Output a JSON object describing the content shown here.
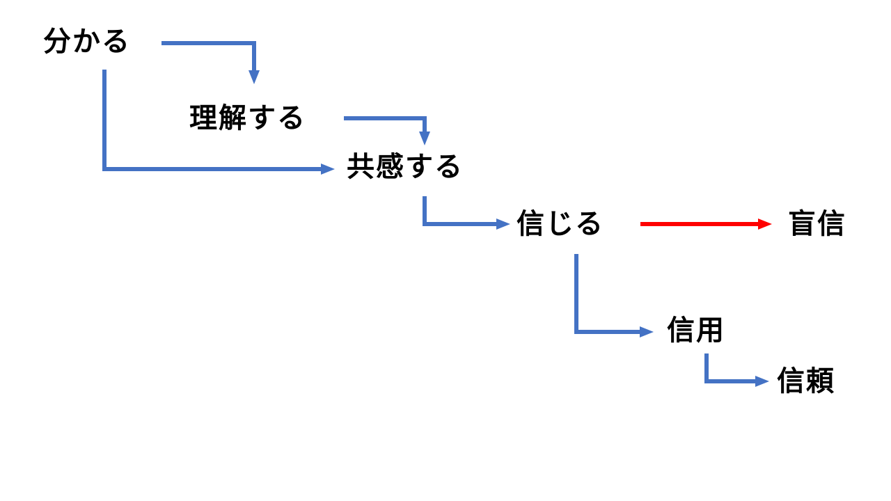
{
  "diagram": {
    "title": "trust-progression-flow",
    "nodes": {
      "wakaru": {
        "label": "分かる"
      },
      "rikai": {
        "label": "理解する"
      },
      "kyokan": {
        "label": "共感する"
      },
      "shinjiru": {
        "label": "信じる"
      },
      "moshin": {
        "label": "盲信"
      },
      "shinyo": {
        "label": "信用"
      },
      "shinrai": {
        "label": "信頼"
      }
    },
    "edges": [
      {
        "from": "分かる",
        "to": "理解する",
        "color_name": "blue"
      },
      {
        "from": "分かる",
        "to": "共感する",
        "color_name": "blue"
      },
      {
        "from": "理解する",
        "to": "共感する",
        "color_name": "blue"
      },
      {
        "from": "共感する",
        "to": "信じる",
        "color_name": "blue"
      },
      {
        "from": "信じる",
        "to": "盲信",
        "color_name": "red"
      },
      {
        "from": "信じる",
        "to": "信用",
        "color_name": "blue"
      },
      {
        "from": "信用",
        "to": "信頼",
        "color_name": "blue"
      }
    ],
    "colors": {
      "arrow_blue": "#4472C4",
      "arrow_red": "#FF0000",
      "text": "#000000",
      "background": "#FFFFFF"
    }
  }
}
